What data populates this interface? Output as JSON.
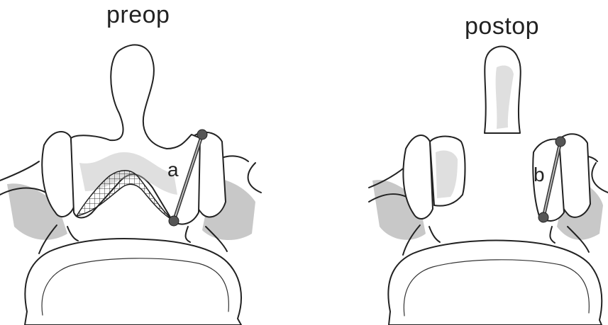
{
  "panels": [
    {
      "title": "preop",
      "marker_label": "a"
    },
    {
      "title": "postop",
      "marker_label": "b"
    }
  ],
  "colors": {
    "ink": "#222222",
    "shading": "#9a9a9a",
    "marker": "#444444"
  }
}
